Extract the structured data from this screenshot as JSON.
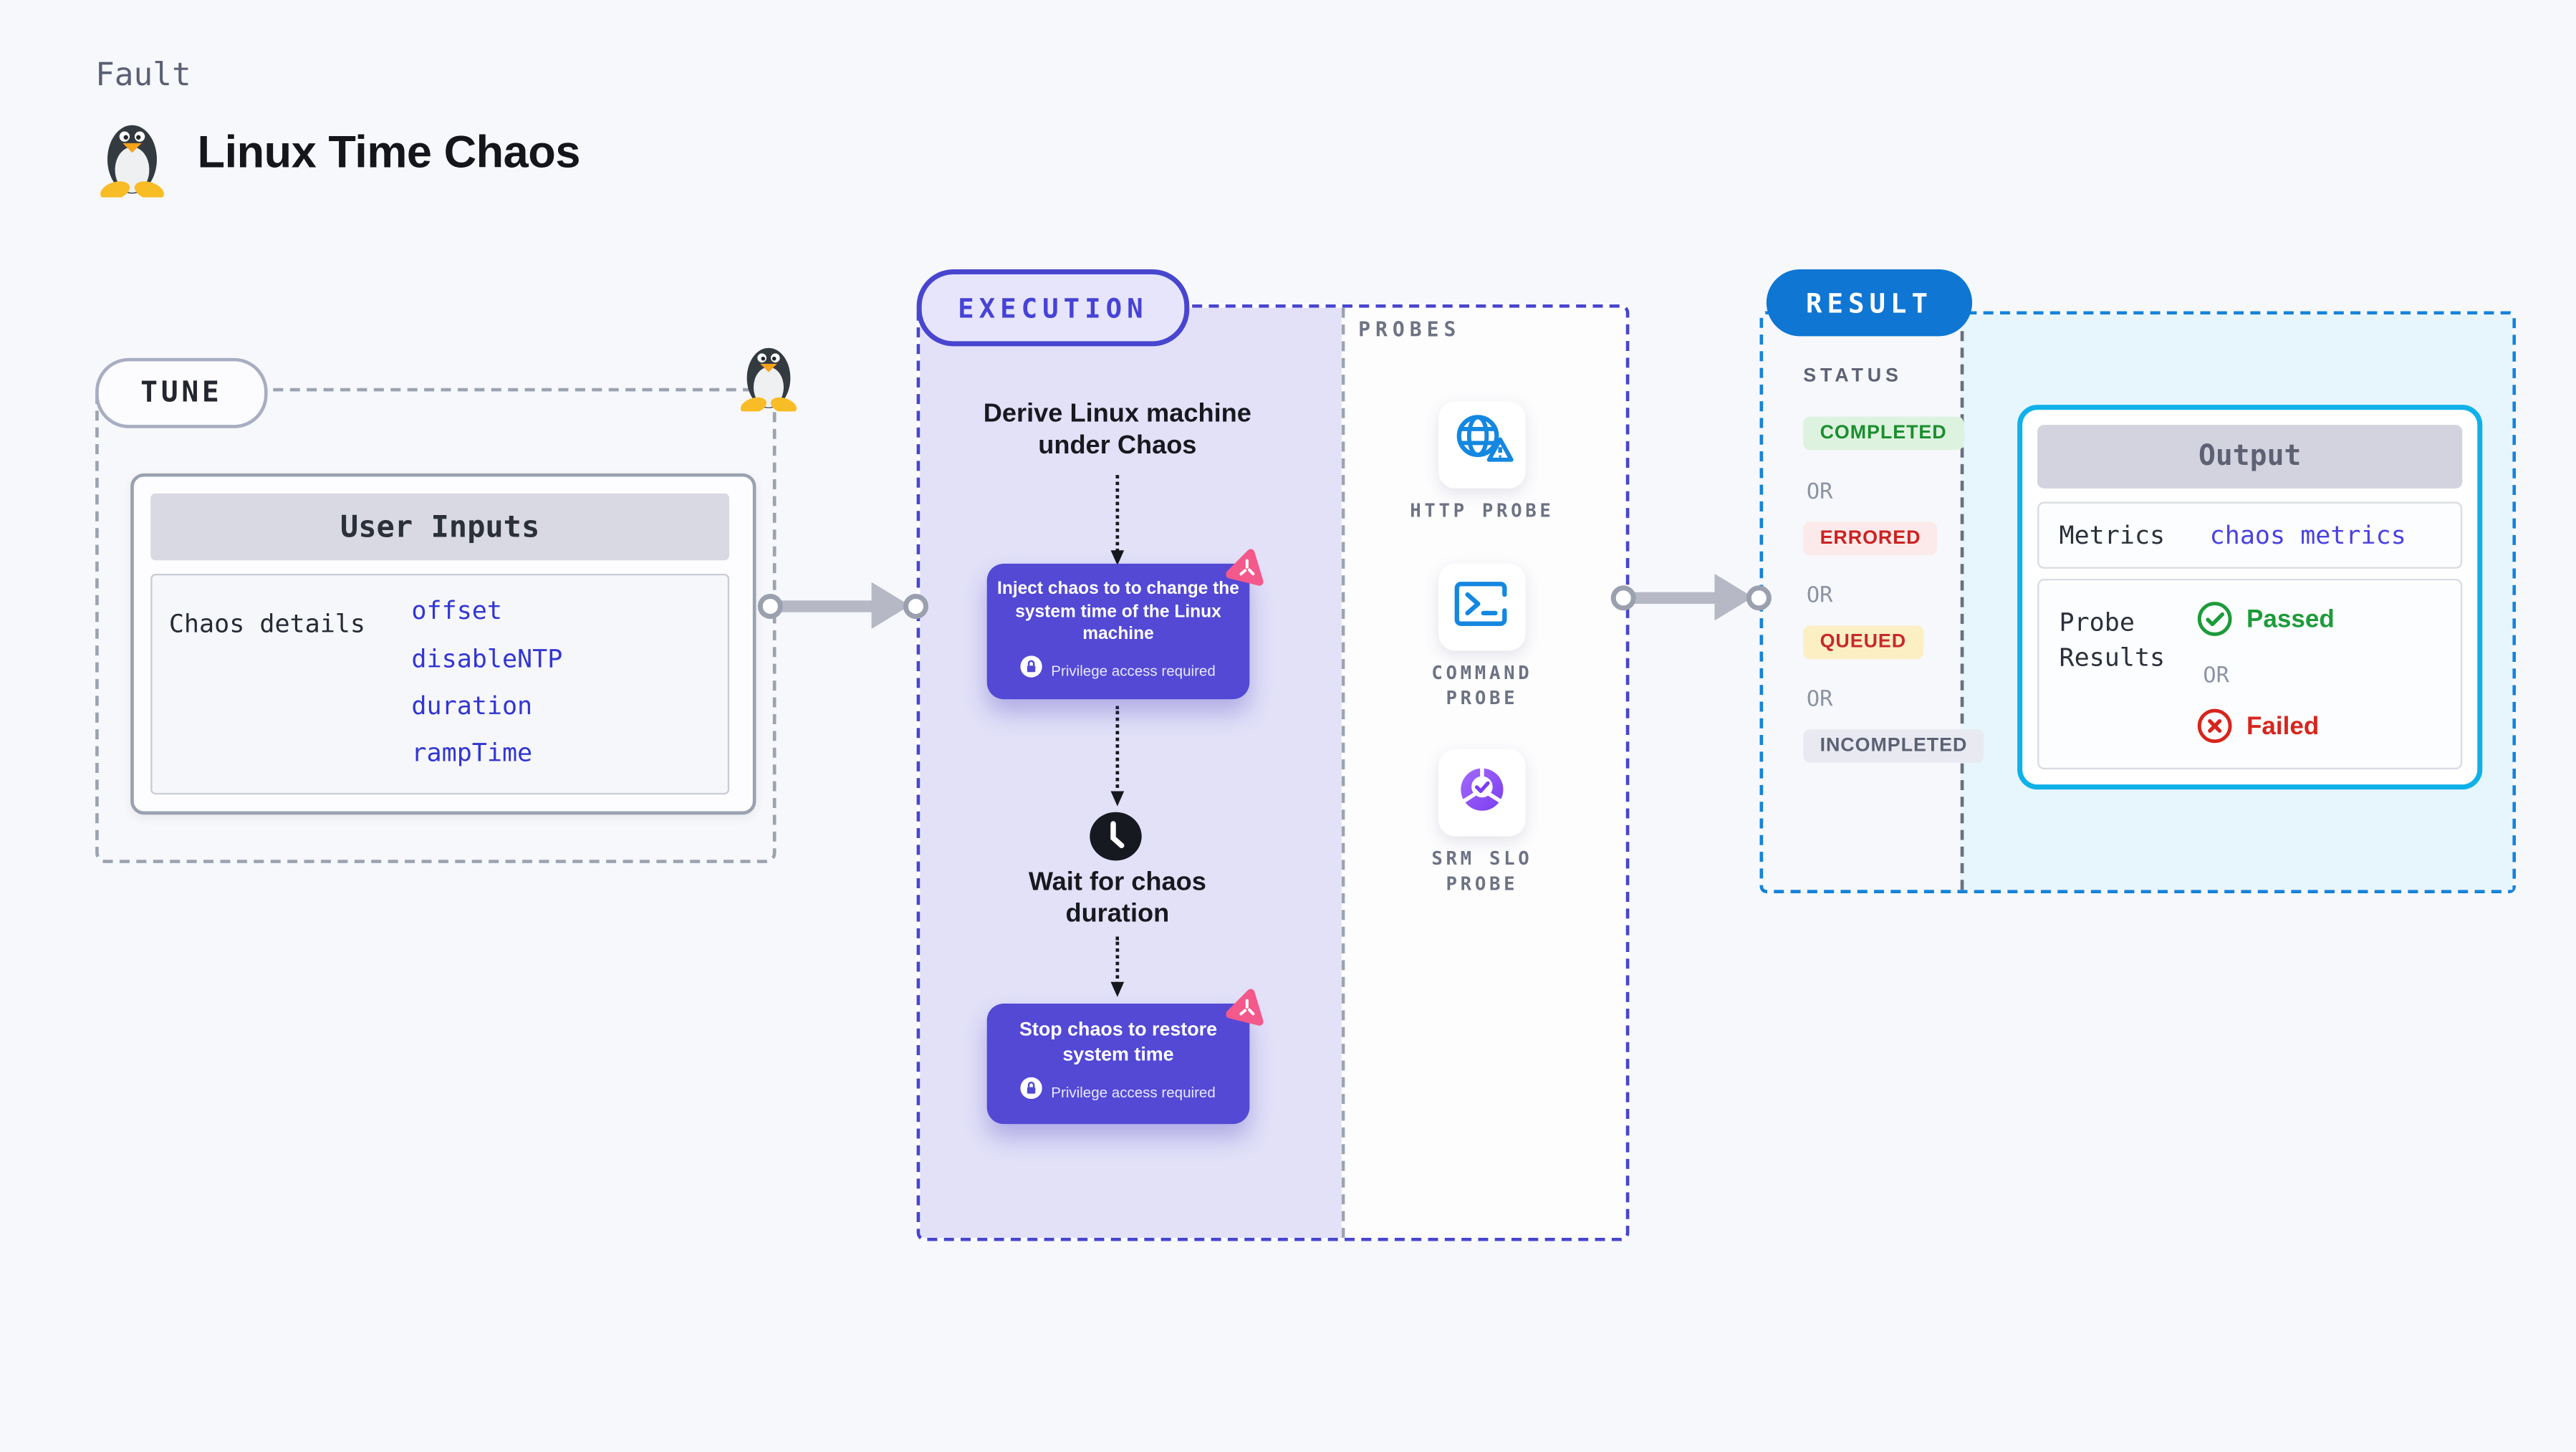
{
  "header": {
    "eyebrow": "Fault",
    "title": "Linux Time Chaos"
  },
  "tune": {
    "badge": "TUNE",
    "card_title": "User Inputs",
    "row_label": "Chaos details",
    "values": [
      "offset",
      "disableNTP",
      "duration",
      "rampTime"
    ]
  },
  "execution": {
    "badge": "EXECUTION",
    "derive_text": "Derive Linux machine under Chaos",
    "inject_text": "Inject chaos to to change the system time of the Linux machine",
    "privilege_text": "Privilege access required",
    "wait_text": "Wait for chaos duration",
    "stop_text": "Stop chaos to restore system time"
  },
  "probes": {
    "label": "PROBES",
    "items": [
      "HTTP PROBE",
      "COMMAND PROBE",
      "SRM SLO PROBE"
    ]
  },
  "result": {
    "badge": "RESULT",
    "status_label": "STATUS",
    "or_label": "OR",
    "statuses": [
      {
        "label": "COMPLETED",
        "fg": "#1C8E2F",
        "bg": "#DDF3DF"
      },
      {
        "label": "ERRORED",
        "fg": "#CB2222",
        "bg": "#FBEAE9"
      },
      {
        "label": "QUEUED",
        "fg": "#C62A2A",
        "bg": "#FCEFC4"
      },
      {
        "label": "INCOMPLETED",
        "fg": "#5B6174",
        "bg": "#E9EAF1"
      }
    ],
    "output": {
      "title": "Output",
      "metrics_label": "Metrics",
      "metrics_value": "chaos metrics",
      "probe_results_label": "Probe Results",
      "passed_label": "Passed",
      "failed_label": "Failed"
    }
  },
  "colors": {
    "page_bg": "#F7F8FB",
    "lavender_panel": "#E2E1F8",
    "indigo_accent": "#4845CF",
    "purple_step": "#5349D5",
    "pink_logo": "#F4598B",
    "probe_icon_blue": "#1487E0",
    "srm_purple": "#8B5CF6",
    "result_pill_blue": "#0F76D3",
    "result_dash_blue": "#1583DA",
    "cyan_panel": "#E7F5FD",
    "cyan_border": "#0FB1E8",
    "passed_green": "#1D9B3A",
    "failed_red": "#D7251D",
    "gray_dash": "#9CA3B0"
  }
}
